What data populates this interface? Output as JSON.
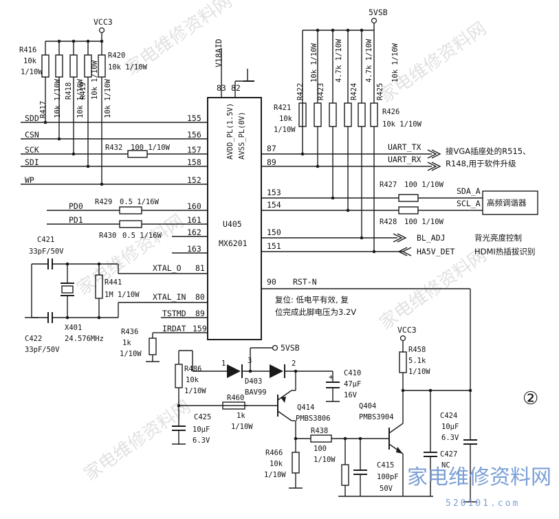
{
  "nets": {
    "vcc3_top": "VCC3",
    "v5vsb_top": "5VSB",
    "v5vsb_mid": "5VSB",
    "vcc3_right": "VCC3"
  },
  "left_signals": [
    {
      "name": "SDD",
      "pin": "155"
    },
    {
      "name": "CSN",
      "pin": "156"
    },
    {
      "name": "SCK",
      "pin": "157"
    },
    {
      "name": "SDI",
      "pin": "158"
    },
    {
      "name": "WP",
      "pin": "152"
    }
  ],
  "pd_signals": [
    {
      "name": "PD0",
      "pin": "160"
    },
    {
      "name": "PD1",
      "pin": "161"
    }
  ],
  "extra_pins": {
    "p162": "162",
    "p163": "163",
    "p81": "81",
    "p80": "80",
    "p89l": "89",
    "p159": "159",
    "p83": "83",
    "p82": "82",
    "p87": "87",
    "p89r": "89",
    "p153": "153",
    "p154": "154",
    "p150": "150",
    "p151": "151",
    "p90": "90"
  },
  "ic": {
    "ref": "U405",
    "part": "MX6201",
    "pin_a": "AVDD_PL(1.5V)",
    "pin_b": "AVSS_PL(0V)",
    "v18aid": "V18AID"
  },
  "components": {
    "r416": "R416",
    "r416_v1": "10k",
    "r416_v2": "1/10W",
    "r417": "R417",
    "r418": "R418",
    "r419": "R419",
    "r420": "R420",
    "r420_v": "10k 1/10W",
    "r41x_v": "10k 1/10W",
    "r432": "R432",
    "r432_v": "100  1/10W",
    "r429": "R429",
    "r429_v": "0.5 1/16W",
    "r430": "R430",
    "r430_v": "0.5 1/16W",
    "c421": "C421",
    "c421_v": "33pF/50V",
    "c422": "C422",
    "c422_v": "33pF/50V",
    "x401": "X401",
    "x401_v": "24.576MHz",
    "r441": "R441",
    "r441_v": "1M 1/10W",
    "r436": "R436",
    "r436_v1": "1k",
    "r436_v2": "1/10W",
    "r421": "R421",
    "r421_v1": "10k",
    "r421_v2": "1/10W",
    "r422": "R422",
    "r422_v": "10k 1/10W",
    "r423": "R423",
    "r423_v": "4.7k 1/10W",
    "r424": "R424",
    "r424_v": "4.7k 1/10W",
    "r425": "R425",
    "r425_v": "10k 1/10W",
    "r426": "R426",
    "r426_v": "10k 1/10W",
    "r427": "R427",
    "r427_v": "100 1/10W",
    "r428": "R428",
    "r428_v": "100 1/10W",
    "r486": "R486",
    "r486_v1": "10k",
    "r486_v2": "1/10W",
    "d403": "D403",
    "d403_v": "BAV99",
    "d_pin1": "1",
    "d_pin2": "2",
    "d_pin3": "3",
    "c410": "C410",
    "c410_v1": "47μF",
    "c410_v2": "16V",
    "c425": "C425",
    "c425_v1": "10μF",
    "c425_v2": "6.3V",
    "r460": "R460",
    "r460_v1": "1k",
    "r460_v2": "1/10W",
    "q414": "Q414",
    "q414_v": "PMBS3806",
    "q404": "Q404",
    "q404_v": "PMBS3904",
    "r438": "R438",
    "r438_v1": "100",
    "r438_v2": "1/10W",
    "r466": "R466",
    "r466_v1": "10k",
    "r466_v2": "1/10W",
    "c415": "C415",
    "c415_v1": "100pF",
    "c415_v2": "50V",
    "r458": "R458",
    "r458_v1": "5.1k",
    "r458_v2": "1/10W",
    "c424": "C424",
    "c424_v1": "10μF",
    "c424_v2": "6.3V",
    "c427": "C427",
    "c427_v": "NC"
  },
  "signals": {
    "xtal_o": "XTAL_O",
    "xtal_in": "XTAL_IN",
    "tstmd": "TSTMD",
    "irdat": "IRDAT",
    "uart_tx": "UART_TX",
    "uart_rx": "UART_RX",
    "sda": "SDA_A",
    "scl": "SCL_A",
    "bl_adj": "BL_ADJ",
    "ha5v": "HA5V_DET",
    "rst": "RST-N"
  },
  "notes": {
    "vga_note1": "接VGA插座处的R515、",
    "vga_note2": "R148,用于软件升级",
    "tuner": "高频调谐器",
    "bl_note": "背光亮度控制",
    "hdmi_note": "HDMI热插拔识别",
    "reset1": "复位: 低电平有效, 复",
    "reset2": "位完成此脚电压为3.2V",
    "circle_num": "②"
  },
  "watermark": {
    "logo": "家电维修资料网",
    "url": "520101.com"
  }
}
